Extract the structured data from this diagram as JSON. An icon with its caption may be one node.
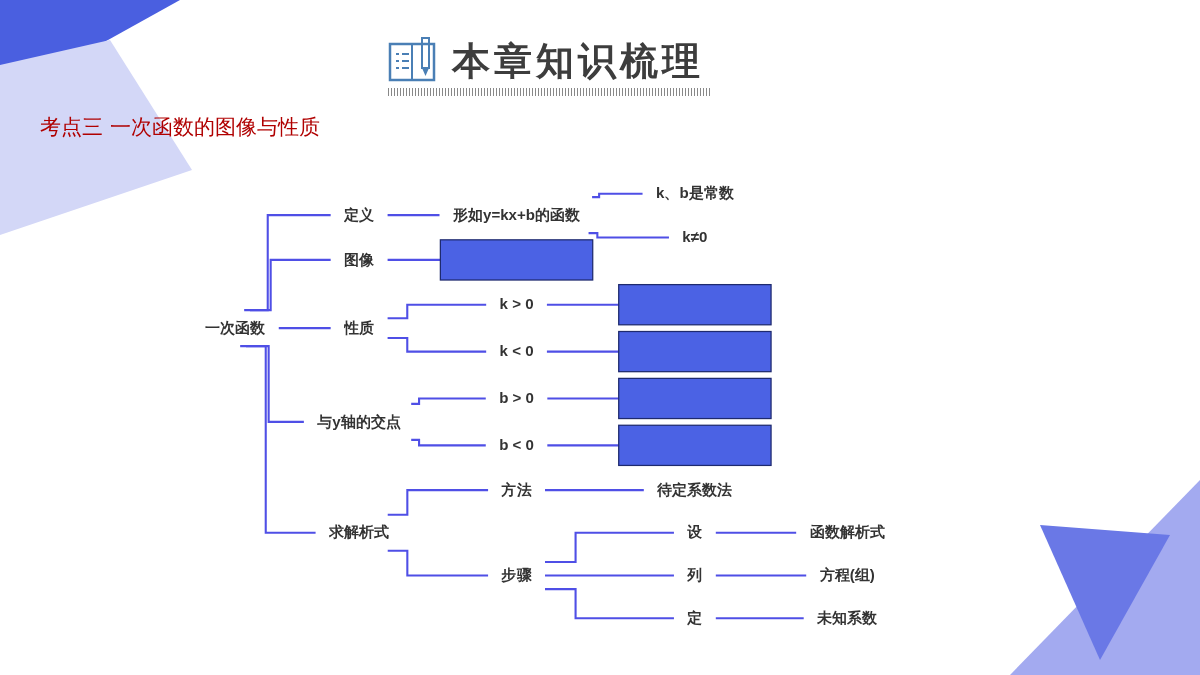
{
  "diagram": {
    "title": "本章知识梳理",
    "nodes": [
      {
        "text": [
          "一次函数"
        ]
      },
      {
        "text": [
          "定义"
        ]
      },
      {
        "text": [
          "形如y=kx+b的函数"
        ]
      },
      {
        "text": [
          "k、b是常数"
        ]
      },
      {
        "text": [
          "k≠0"
        ]
      },
      {
        "text": [
          "图像"
        ]
      },
      {
        "text": [],
        "shape": "box"
      },
      {
        "text": [
          "性质"
        ]
      },
      {
        "text": [
          "k > 0"
        ]
      },
      {
        "text": [],
        "shape": "box"
      },
      {
        "text": [
          "k < 0"
        ]
      },
      {
        "text": [],
        "shape": "box"
      },
      {
        "text": [
          "与y轴的交点"
        ]
      },
      {
        "text": [
          "b > 0"
        ]
      },
      {
        "text": [],
        "shape": "box"
      },
      {
        "text": [
          "b < 0"
        ]
      },
      {
        "text": [],
        "shape": "box"
      },
      {
        "text": [
          "求解析式"
        ]
      },
      {
        "text": [
          "方法"
        ]
      },
      {
        "text": [
          "待定系数法"
        ]
      },
      {
        "text": [
          "步骤"
        ]
      },
      {
        "text": [
          "设"
        ]
      },
      {
        "text": [
          "函数解析式"
        ]
      },
      {
        "text": [
          "列"
        ]
      },
      {
        "text": [
          "方程(组)"
        ]
      },
      {
        "text": [
          "定"
        ]
      },
      {
        "text": [
          "未知系数"
        ]
      }
    ],
    "edges": [
      {
        "from": 0,
        "to": 1,
        "arrow": "none"
      },
      {
        "from": 1,
        "to": 2,
        "arrow": "none"
      },
      {
        "from": 2,
        "to": 3,
        "arrow": "none"
      },
      {
        "from": 2,
        "to": 4,
        "arrow": "none"
      },
      {
        "from": 0,
        "to": 5,
        "arrow": "none"
      },
      {
        "from": 5,
        "to": 6,
        "arrow": "none"
      },
      {
        "from": 0,
        "to": 7,
        "arrow": "none"
      },
      {
        "from": 7,
        "to": 8,
        "arrow": "none"
      },
      {
        "from": 8,
        "to": 9,
        "arrow": "none"
      },
      {
        "from": 7,
        "to": 10,
        "arrow": "none"
      },
      {
        "from": 10,
        "to": 11,
        "arrow": "none"
      },
      {
        "from": 0,
        "to": 12,
        "arrow": "none"
      },
      {
        "from": 12,
        "to": 13,
        "arrow": "none"
      },
      {
        "from": 13,
        "to": 14,
        "arrow": "none"
      },
      {
        "from": 12,
        "to": 15,
        "arrow": "none"
      },
      {
        "from": 15,
        "to": 16,
        "arrow": "none"
      },
      {
        "from": 0,
        "to": 17,
        "arrow": "none"
      },
      {
        "from": 17,
        "to": 18,
        "arrow": "none"
      },
      {
        "from": 18,
        "to": 19,
        "arrow": "none"
      },
      {
        "from": 17,
        "to": 20,
        "arrow": "none"
      },
      {
        "from": 20,
        "to": 21,
        "arrow": "none"
      },
      {
        "from": 21,
        "to": 22,
        "arrow": "none"
      },
      {
        "from": 20,
        "to": 23,
        "arrow": "none"
      },
      {
        "from": 23,
        "to": 24,
        "arrow": "none"
      },
      {
        "from": 20,
        "to": 25,
        "arrow": "none"
      },
      {
        "from": 25,
        "to": 26,
        "arrow": "none"
      }
    ],
    "labels": [
      "考点三 一次函数的图像与性质"
    ]
  }
}
